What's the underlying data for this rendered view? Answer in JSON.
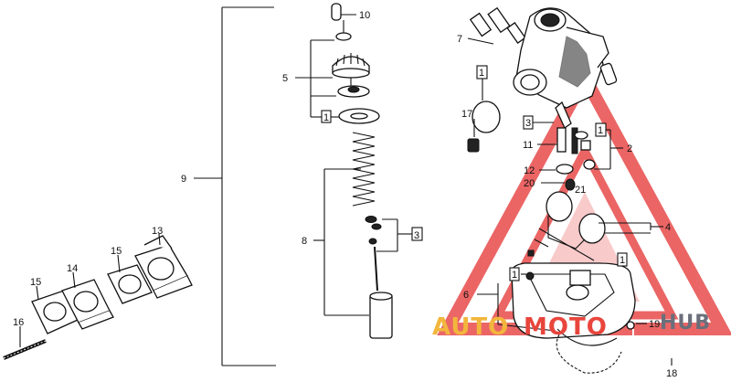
{
  "callouts": {
    "c1": "1",
    "c2": "2",
    "c3": "3",
    "c4": "4",
    "c5": "5",
    "c6": "6",
    "c7": "7",
    "c8": "8",
    "c9": "9",
    "c10": "10",
    "c11": "11",
    "c12": "12",
    "c13": "13",
    "c14": "14",
    "c15": "15",
    "c16": "16",
    "c17": "17",
    "c18": "18",
    "c19": "19",
    "c20": "20",
    "c21": "21"
  },
  "watermark": {
    "text_auto": "AUTO",
    "text_moto": "MOTO",
    "text_hub": "HUB",
    "color_auto": "#f2b63c",
    "color_moto": "#e8453c",
    "color_hub": "#6a6f7a",
    "triangle_color": "#e63b3b"
  }
}
